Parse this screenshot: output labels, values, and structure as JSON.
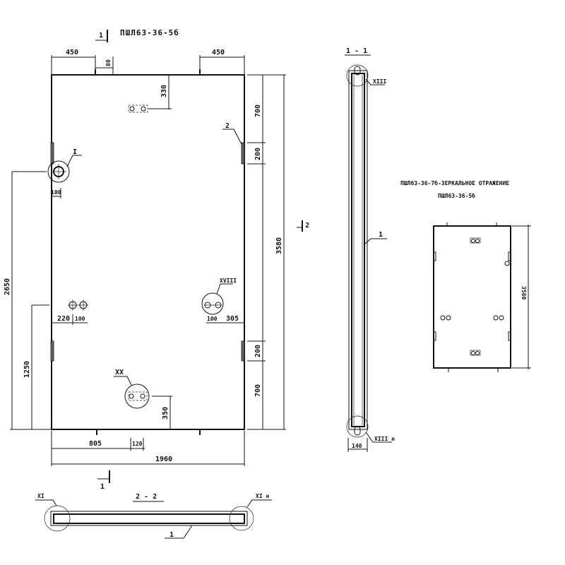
{
  "main_view": {
    "title": "ПШЛ63-36-5б",
    "section_mark_top": "1",
    "section_mark_bottom": "1",
    "section_mark_right": "2",
    "dims": {
      "top_left": "450",
      "top_80": "80",
      "top_right": "450",
      "d330": "330",
      "right_700_top": "700",
      "right_200_top": "200",
      "overall_height": "3580",
      "left_100": "100",
      "left_2650": "2650",
      "d220": "220",
      "d100_left": "100",
      "left_1250": "1250",
      "d100_right": "100",
      "d305": "305",
      "right_200_bottom": "200",
      "right_700_bottom": "700",
      "d350": "350",
      "d805": "805",
      "d120": "120",
      "overall_width": "1960"
    },
    "callouts": {
      "node_I": "I",
      "item_2": "2",
      "node_XVIII": "XVIII",
      "node_XX": "XX"
    }
  },
  "section_1_1": {
    "title": "1 - 1",
    "node_top": "XIII",
    "node_bottom": "XIII н",
    "item": "1",
    "width_dim": "140"
  },
  "mirror_view": {
    "title_line1": "ПШЛ63-36-7б-ЗЕРКАЛЬНОЕ ОТРАЖЕНИЕ",
    "title_line2": "ПШЛ63-36-5б",
    "height_dim": "3580"
  },
  "section_2_2": {
    "title": "2 - 2",
    "node_left": "XI",
    "node_right": "XI н",
    "item": "1"
  }
}
